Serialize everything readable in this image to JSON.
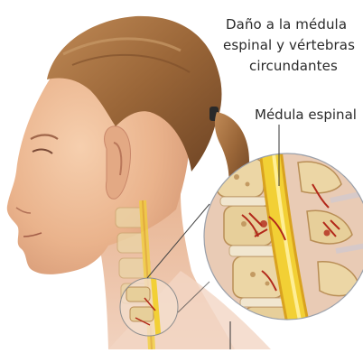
{
  "caption": {
    "line1": "Daño a la médula",
    "line2": "espinal y vértebras",
    "line3": "circundantes"
  },
  "labels": {
    "spinal_cord": "Médula espinal"
  },
  "colors": {
    "skin": "#eab38c",
    "hair": "#9a6638",
    "cord": "#f2d035",
    "bone": "#e7cf9a",
    "injury": "#b2281a"
  }
}
